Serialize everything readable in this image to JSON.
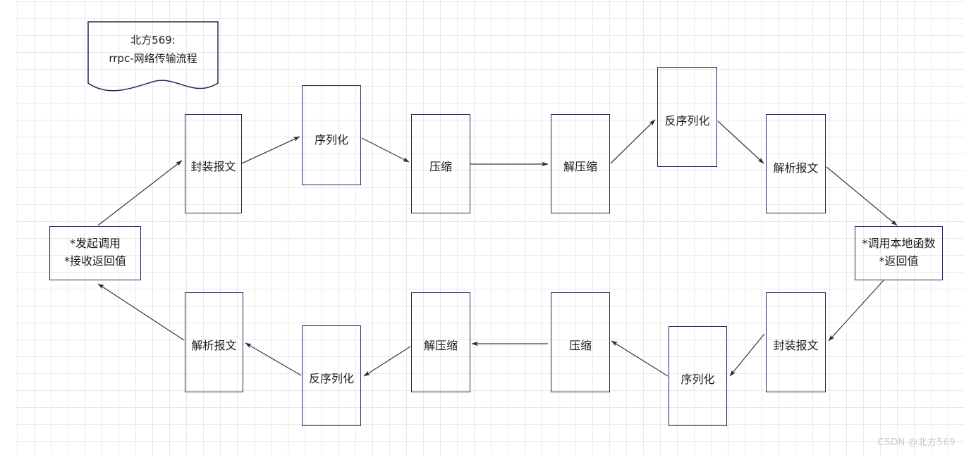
{
  "diagram": {
    "title_note": {
      "line1": "北方569:",
      "line2": "rrpc-网络传输流程"
    },
    "watermark": "CSDN @北方569",
    "colors": {
      "node_stroke": "#232852",
      "edge_stroke": "#3a3a46",
      "grid_minor": "#e9e9e9",
      "grid_major": "#dcdcdc",
      "text": "#1b1b1b",
      "watermark": "#c8c8c8"
    },
    "nodes": [
      {
        "id": "client",
        "label_line1": "*发起调用",
        "label_line2": "*接收返回值"
      },
      {
        "id": "pack_top",
        "label": "封装报文"
      },
      {
        "id": "serialize_top",
        "label": "序列化"
      },
      {
        "id": "compress_top",
        "label": "压缩"
      },
      {
        "id": "decompress_top",
        "label": "解压缩"
      },
      {
        "id": "deserialize_top",
        "label": "反序列化"
      },
      {
        "id": "parse_top",
        "label": "解析报文"
      },
      {
        "id": "server",
        "label_line1": "*调用本地函数",
        "label_line2": "*返回值"
      },
      {
        "id": "pack_bottom",
        "label": "封装报文"
      },
      {
        "id": "serialize_bottom",
        "label": "序列化"
      },
      {
        "id": "compress_bottom",
        "label": "压缩"
      },
      {
        "id": "decompress_bottom",
        "label": "解压缩"
      },
      {
        "id": "deserialize_bottom",
        "label": "反序列化"
      },
      {
        "id": "parse_bottom",
        "label": "解析报文"
      }
    ],
    "edges": [
      {
        "from": "client",
        "to": "pack_top"
      },
      {
        "from": "pack_top",
        "to": "serialize_top"
      },
      {
        "from": "serialize_top",
        "to": "compress_top"
      },
      {
        "from": "compress_top",
        "to": "decompress_top"
      },
      {
        "from": "decompress_top",
        "to": "deserialize_top"
      },
      {
        "from": "deserialize_top",
        "to": "parse_top"
      },
      {
        "from": "parse_top",
        "to": "server"
      },
      {
        "from": "server",
        "to": "pack_bottom"
      },
      {
        "from": "pack_bottom",
        "to": "serialize_bottom"
      },
      {
        "from": "serialize_bottom",
        "to": "compress_bottom"
      },
      {
        "from": "compress_bottom",
        "to": "decompress_bottom"
      },
      {
        "from": "decompress_bottom",
        "to": "deserialize_bottom"
      },
      {
        "from": "deserialize_bottom",
        "to": "parse_bottom"
      },
      {
        "from": "parse_bottom",
        "to": "client"
      }
    ]
  }
}
